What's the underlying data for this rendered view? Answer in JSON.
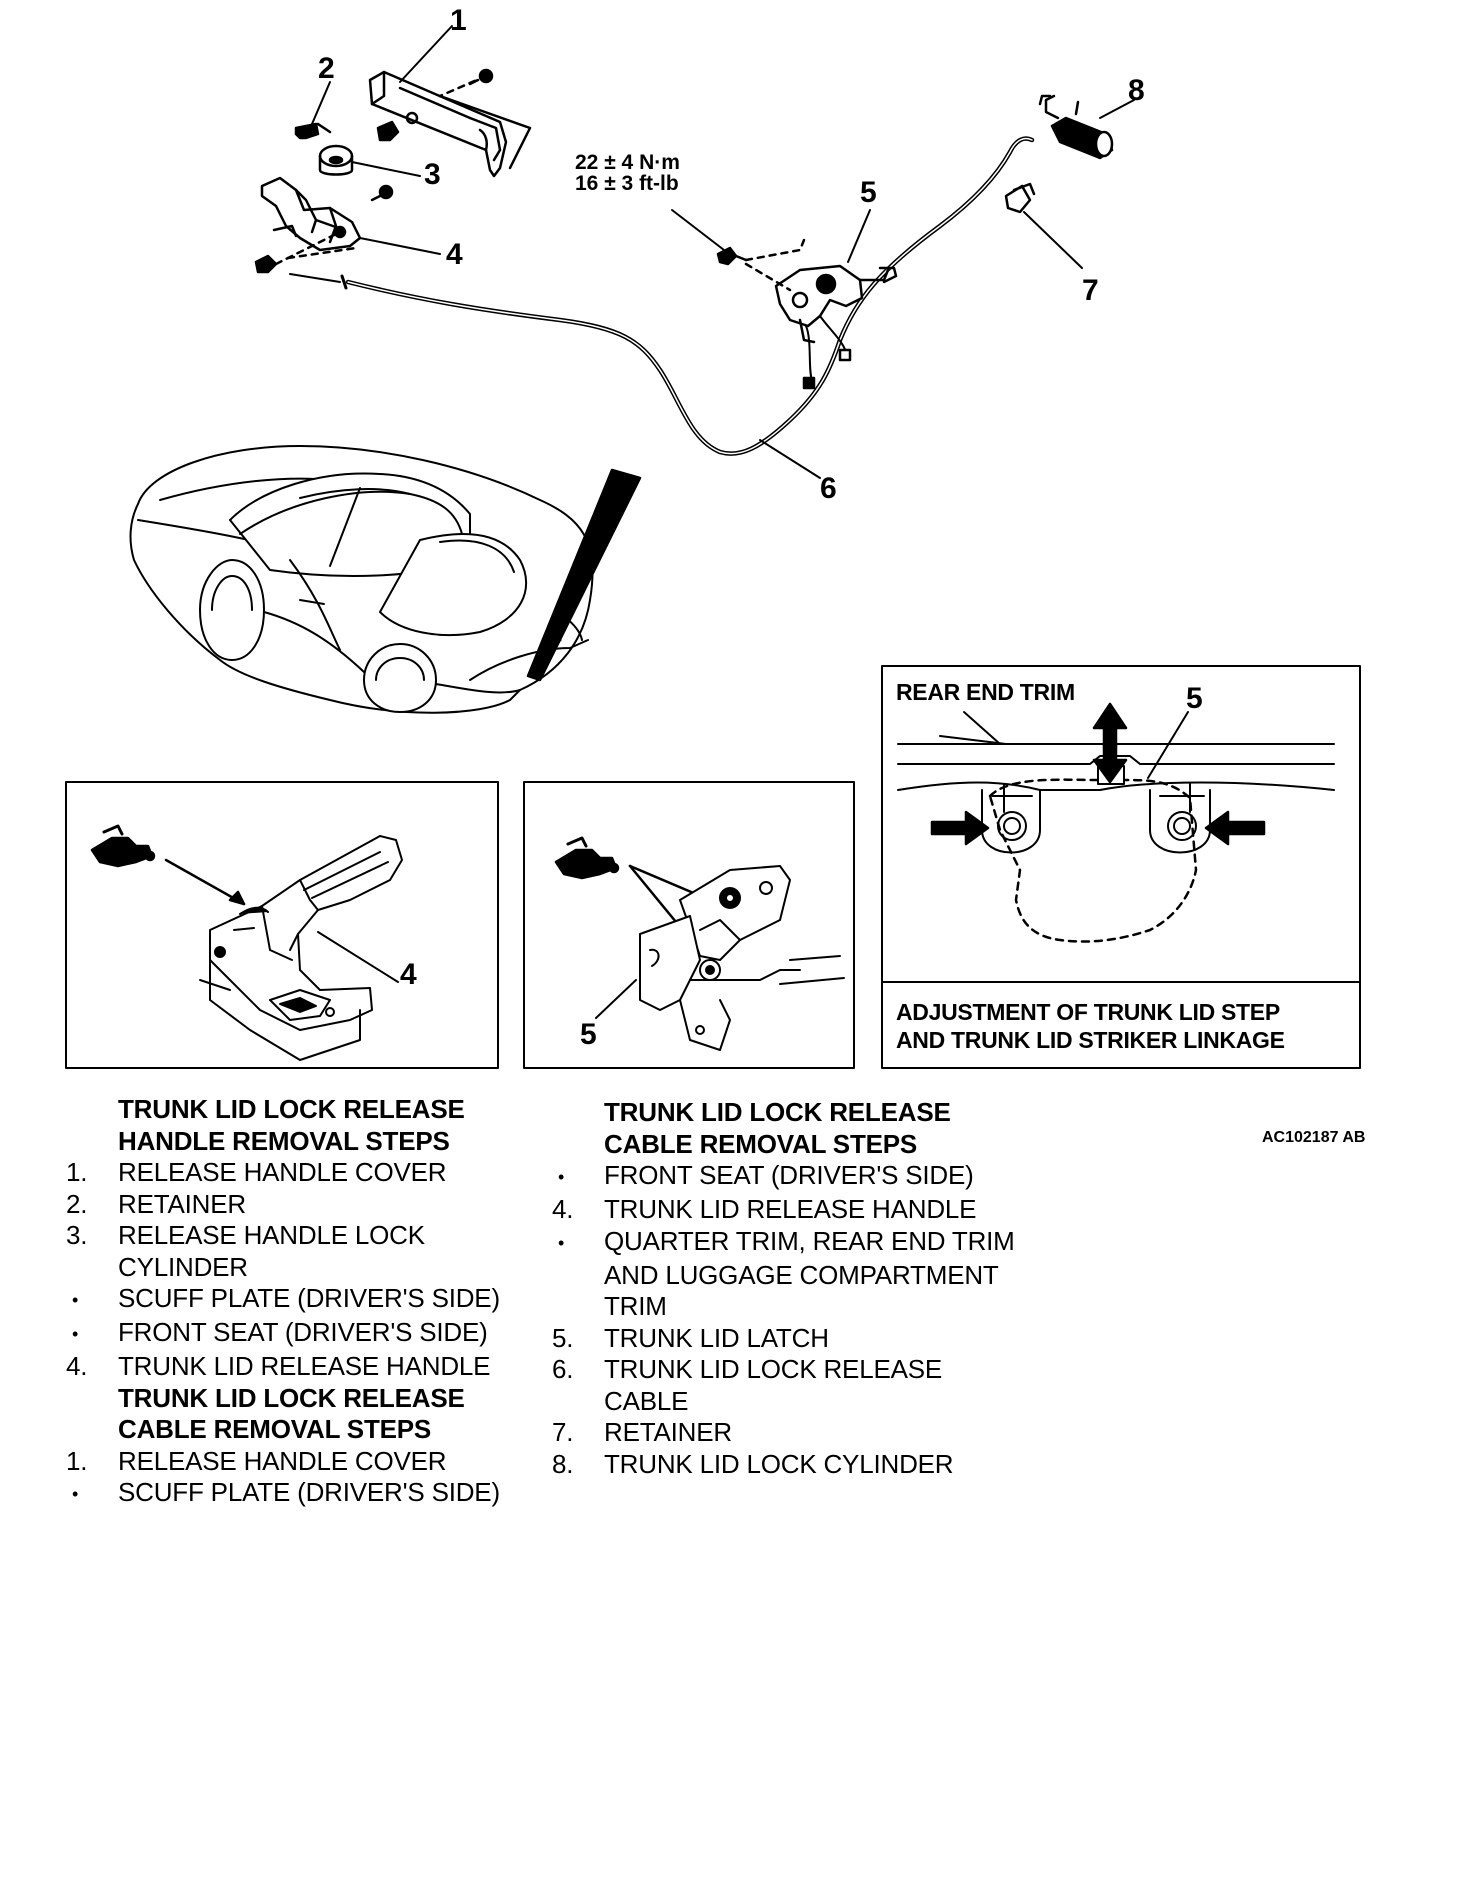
{
  "callouts": {
    "c1": "1",
    "c2": "2",
    "c3": "3",
    "c4": "4",
    "c5": "5",
    "c6": "6",
    "c7": "7",
    "c8": "8",
    "p1_4": "4",
    "p2_5": "5",
    "p3_5": "5"
  },
  "torque": {
    "line1": "22 ± 4 N·m",
    "line2": "16 ± 3 ft-lb"
  },
  "panel3": {
    "label_top": "REAR END TRIM",
    "caption_line1": "ADJUSTMENT OF TRUNK LID STEP",
    "caption_line2": "AND TRUNK LID STRIKER LINKAGE"
  },
  "reference_code": "AC102187 AB",
  "left_column": {
    "heading1_line1": "TRUNK LID LOCK RELEASE",
    "heading1_line2": "HANDLE REMOVAL STEPS",
    "items1": [
      {
        "mark": "1.",
        "text": "RELEASE HANDLE COVER"
      },
      {
        "mark": "2.",
        "text": "RETAINER"
      },
      {
        "mark": "3.",
        "text": "RELEASE HANDLE LOCK"
      },
      {
        "mark": "",
        "text": "CYLINDER"
      },
      {
        "mark": "•",
        "text": "SCUFF PLATE (DRIVER'S SIDE)"
      },
      {
        "mark": "•",
        "text": "FRONT SEAT (DRIVER'S SIDE)"
      },
      {
        "mark": "4.",
        "text": "TRUNK LID RELEASE HANDLE"
      }
    ],
    "heading2_line1": "TRUNK LID LOCK RELEASE",
    "heading2_line2": "CABLE REMOVAL STEPS",
    "items2": [
      {
        "mark": "1.",
        "text": "RELEASE HANDLE COVER"
      },
      {
        "mark": "•",
        "text": "SCUFF PLATE (DRIVER'S SIDE)"
      }
    ]
  },
  "right_column": {
    "heading_line1": "TRUNK LID LOCK RELEASE",
    "heading_line2": "CABLE REMOVAL STEPS",
    "items": [
      {
        "mark": "•",
        "text": "FRONT SEAT (DRIVER'S SIDE)"
      },
      {
        "mark": "4.",
        "text": "TRUNK LID RELEASE HANDLE"
      },
      {
        "mark": "•",
        "text": "QUARTER TRIM, REAR END TRIM"
      },
      {
        "mark": "",
        "text": "AND LUGGAGE COMPARTMENT"
      },
      {
        "mark": "",
        "text": "TRIM"
      },
      {
        "mark": "5.",
        "text": "TRUNK LID LATCH"
      },
      {
        "mark": "6.",
        "text": "TRUNK LID LOCK RELEASE"
      },
      {
        "mark": "",
        "text": "CABLE"
      },
      {
        "mark": "7.",
        "text": "RETAINER"
      },
      {
        "mark": "8.",
        "text": "TRUNK LID LOCK CYLINDER"
      }
    ]
  }
}
